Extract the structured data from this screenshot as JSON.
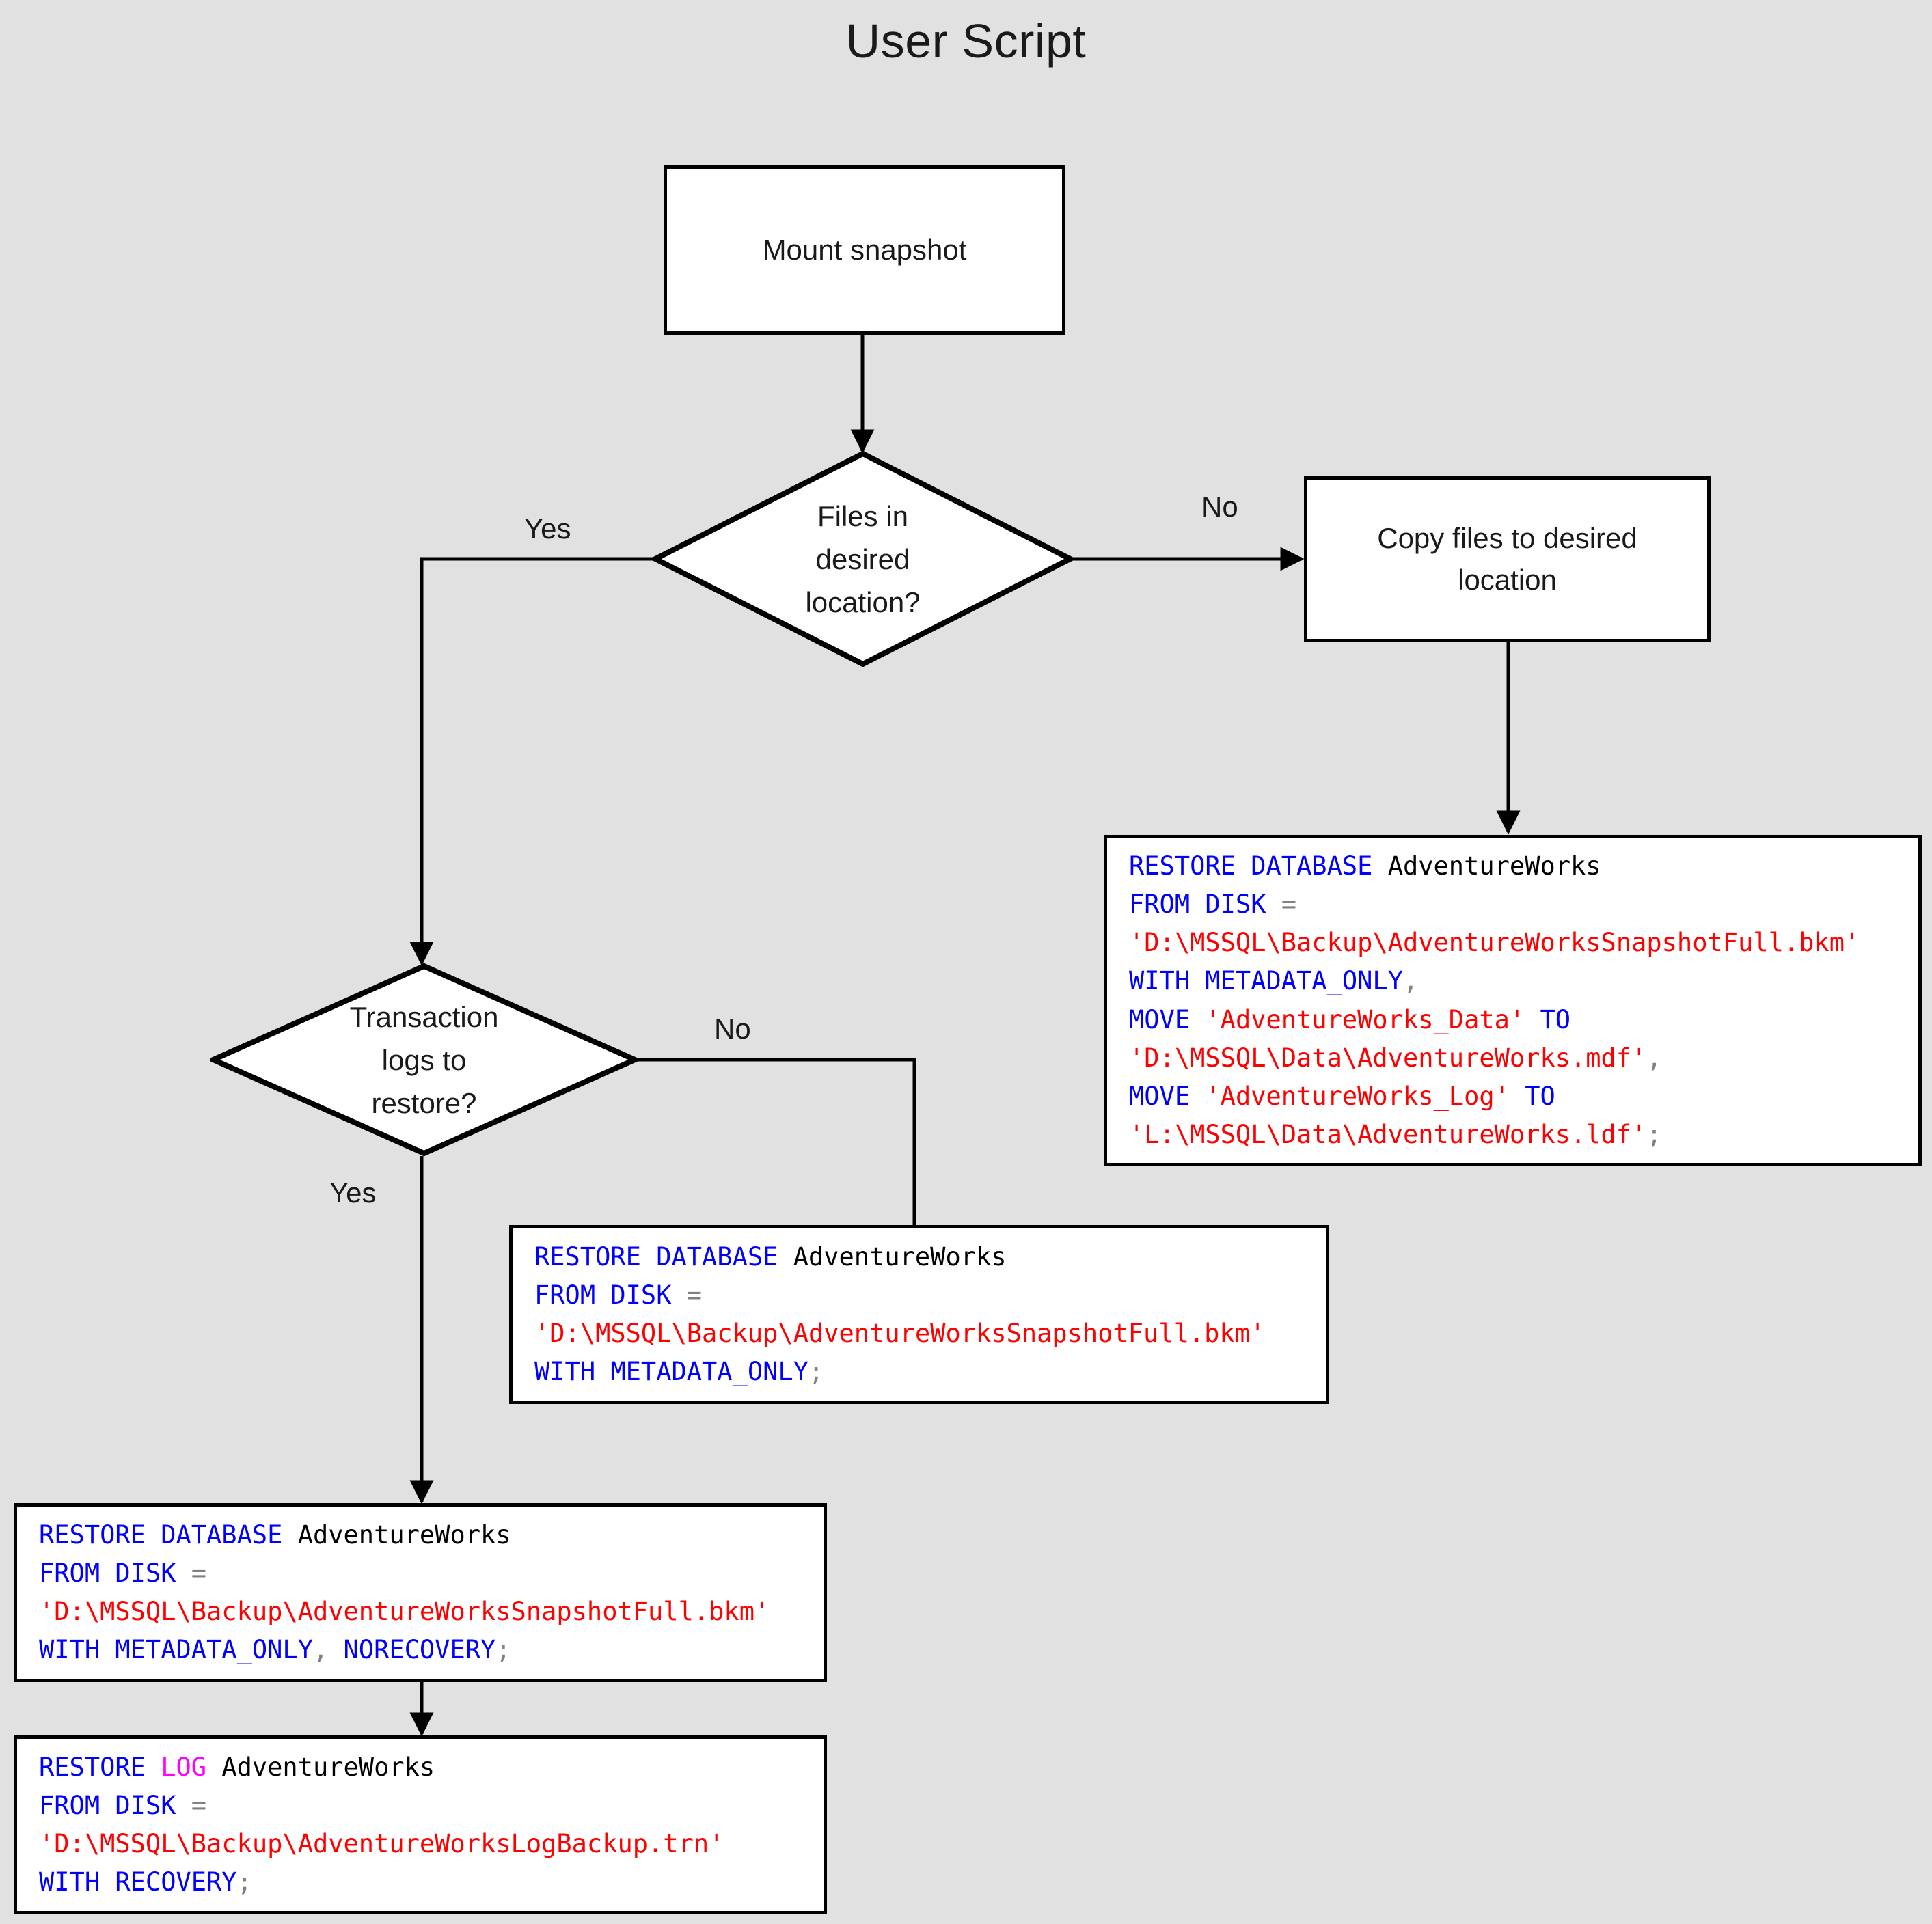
{
  "title": "User Script",
  "background_color": "#e1e1e1",
  "syntax_colors": {
    "keyword": "#0000ff",
    "keyword_log": "#ff00ff",
    "string": "#ff0000",
    "identifier": "#000000",
    "operator": "#808080",
    "box_border": "#000000",
    "box_fill": "#ffffff"
  },
  "nodes": {
    "mount_snapshot": {
      "label": "Mount snapshot",
      "shape": "process"
    },
    "files_in_location": {
      "label": "Files in\ndesired\nlocation?",
      "shape": "decision"
    },
    "copy_files": {
      "label": "Copy files to desired\nlocation",
      "shape": "process"
    },
    "transaction_logs": {
      "label": "Transaction\nlogs to\nrestore?",
      "shape": "decision"
    }
  },
  "edge_labels": {
    "files_yes": "Yes",
    "files_no": "No",
    "logs_no": "No",
    "logs_yes": "Yes"
  },
  "code_blocks": {
    "restore_with_move": {
      "name": "restore-database-with-move",
      "lines": [
        [
          {
            "t": "RESTORE DATABASE ",
            "c": "kw"
          },
          {
            "t": "AdventureWorks",
            "c": "id"
          }
        ],
        [
          {
            "t": "FROM DISK ",
            "c": "kw"
          },
          {
            "t": "=",
            "c": "op"
          }
        ],
        [
          {
            "t": "'D:\\MSSQL\\Backup\\AdventureWorksSnapshotFull.bkm'",
            "c": "str"
          }
        ],
        [
          {
            "t": "WITH METADATA_ONLY",
            "c": "kw"
          },
          {
            "t": ",",
            "c": "op"
          }
        ],
        [
          {
            "t": "MOVE ",
            "c": "kw"
          },
          {
            "t": "'AdventureWorks_Data'",
            "c": "str"
          },
          {
            "t": " TO",
            "c": "kw"
          }
        ],
        [
          {
            "t": "'D:\\MSSQL\\Data\\AdventureWorks.mdf'",
            "c": "str"
          },
          {
            "t": ",",
            "c": "op"
          }
        ],
        [
          {
            "t": "MOVE ",
            "c": "kw"
          },
          {
            "t": "'AdventureWorks_Log'",
            "c": "str"
          },
          {
            "t": " TO",
            "c": "kw"
          }
        ],
        [
          {
            "t": "'L:\\MSSQL\\Data\\AdventureWorks.ldf'",
            "c": "str"
          },
          {
            "t": ";",
            "c": "op"
          }
        ]
      ]
    },
    "restore_metadata_only": {
      "name": "restore-database-metadata-only",
      "lines": [
        [
          {
            "t": "RESTORE DATABASE ",
            "c": "kw"
          },
          {
            "t": "AdventureWorks",
            "c": "id"
          }
        ],
        [
          {
            "t": "FROM DISK ",
            "c": "kw"
          },
          {
            "t": "=",
            "c": "op"
          }
        ],
        [
          {
            "t": "'D:\\MSSQL\\Backup\\AdventureWorksSnapshotFull.bkm'",
            "c": "str"
          }
        ],
        [
          {
            "t": "WITH METADATA_ONLY",
            "c": "kw"
          },
          {
            "t": ";",
            "c": "op"
          }
        ]
      ]
    },
    "restore_norecovery": {
      "name": "restore-database-norecovery",
      "lines": [
        [
          {
            "t": "RESTORE DATABASE ",
            "c": "kw"
          },
          {
            "t": "AdventureWorks",
            "c": "id"
          }
        ],
        [
          {
            "t": "FROM DISK ",
            "c": "kw"
          },
          {
            "t": "=",
            "c": "op"
          }
        ],
        [
          {
            "t": "'D:\\MSSQL\\Backup\\AdventureWorksSnapshotFull.bkm'",
            "c": "str"
          }
        ],
        [
          {
            "t": "WITH METADATA_ONLY",
            "c": "kw"
          },
          {
            "t": ", ",
            "c": "op"
          },
          {
            "t": "NORECOVERY",
            "c": "kw"
          },
          {
            "t": ";",
            "c": "op"
          }
        ]
      ]
    },
    "restore_log": {
      "name": "restore-log-recovery",
      "lines": [
        [
          {
            "t": "RESTORE ",
            "c": "kw"
          },
          {
            "t": "LOG",
            "c": "kw2"
          },
          {
            "t": " ",
            "c": "kw"
          },
          {
            "t": "AdventureWorks",
            "c": "id"
          }
        ],
        [
          {
            "t": "FROM DISK ",
            "c": "kw"
          },
          {
            "t": "=",
            "c": "op"
          }
        ],
        [
          {
            "t": "'D:\\MSSQL\\Backup\\AdventureWorksLogBackup.trn'",
            "c": "str"
          }
        ],
        [
          {
            "t": "WITH RECOVERY",
            "c": "kw"
          },
          {
            "t": ";",
            "c": "op"
          }
        ]
      ]
    }
  }
}
